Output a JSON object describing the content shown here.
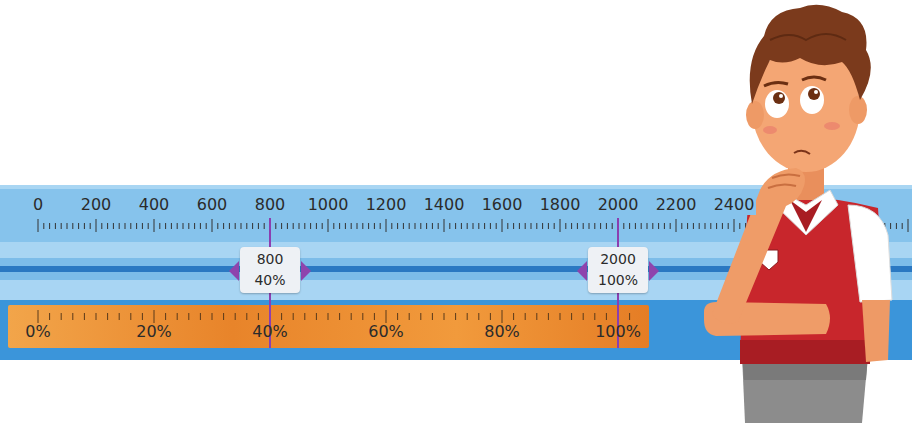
{
  "diagram": {
    "nodes": [
      {
        "text": [
          "800",
          "40%"
        ]
      },
      {
        "text": [
          "2000",
          "100%"
        ]
      }
    ],
    "labels": [
      "0",
      "200",
      "400",
      "600",
      "800",
      "1000",
      "1200",
      "1400",
      "1600",
      "1800",
      "2000",
      "2200",
      "2400",
      "0%",
      "20%",
      "40%",
      "60%",
      "80%",
      "100%"
    ]
  }
}
